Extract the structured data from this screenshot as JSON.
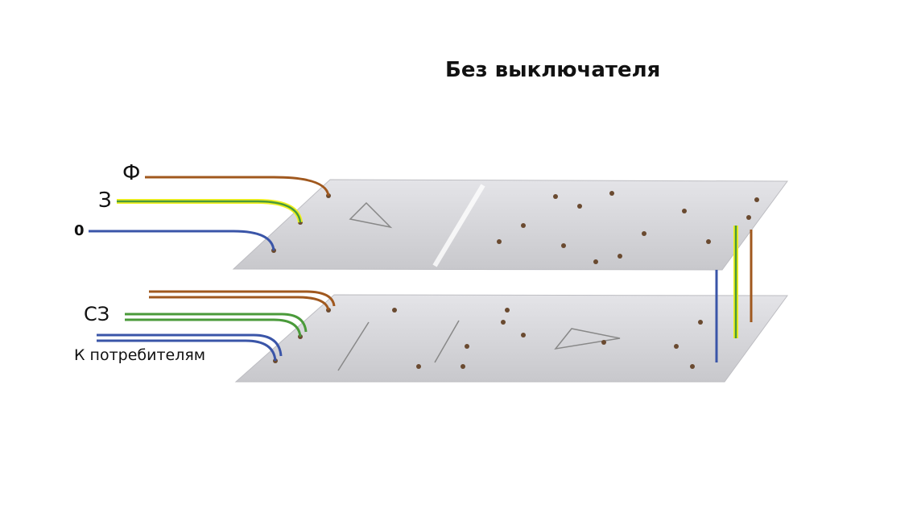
{
  "title": "Без выключателя",
  "labels": {
    "phase": "Ф",
    "ground": "З",
    "neutral": "0",
    "sz": "СЗ",
    "consumers": "К потребителям"
  },
  "colors": {
    "phase_wire": "#a0581e",
    "ground_wire": "#4a9a3a",
    "ground_stripe": "#f0f020",
    "neutral_wire": "#3a55a8",
    "sz_wire": "#4a9a3a",
    "board": "#d6d6da"
  }
}
